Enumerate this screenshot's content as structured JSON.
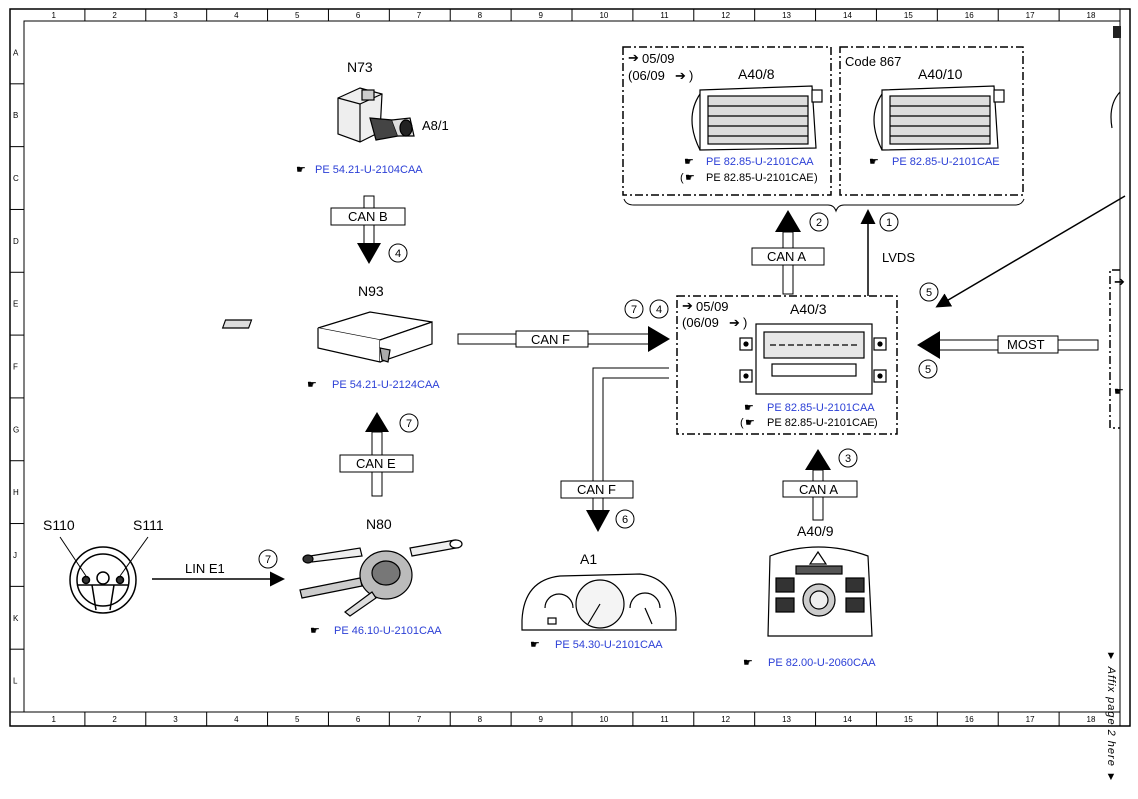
{
  "grid": {
    "columns": [
      "1",
      "2",
      "3",
      "4",
      "5",
      "6",
      "7",
      "8",
      "9",
      "10",
      "11",
      "12",
      "13",
      "14",
      "15",
      "16",
      "17",
      "18"
    ],
    "rows": [
      "A",
      "B",
      "C",
      "D",
      "E",
      "F",
      "G",
      "H",
      "J",
      "K",
      "L"
    ]
  },
  "components": {
    "n73": {
      "name": "N73",
      "sub": "A8/1",
      "ref": "PE 54.21-U-2104CAA"
    },
    "n93": {
      "name": "N93",
      "ref": "PE 54.21-U-2124CAA"
    },
    "n80": {
      "name": "N80",
      "ref": "PE 46.10-U-2101CAA"
    },
    "s110": {
      "name": "S110"
    },
    "s111": {
      "name": "S111"
    },
    "a1": {
      "name": "A1",
      "ref": "PE 54.30-U-2101CAA"
    },
    "a40_9": {
      "name": "A40/9",
      "ref": "PE 82.00-U-2060CAA"
    },
    "a40_3": {
      "name": "A40/3",
      "date1": "05/09",
      "date2": "(06/09",
      "date2_tail": ")",
      "ref": "PE 82.85-U-2101CAA",
      "ref2": "PE 82.85-U-2101CAE",
      "ref2_open": "(",
      "ref2_close": ")"
    },
    "a40_8": {
      "name": "A40/8",
      "date1": "05/09",
      "date2": "(06/09",
      "date2_tail": ")",
      "ref": "PE 82.85-U-2101CAA",
      "ref2": "PE 82.85-U-2101CAE",
      "ref2_open": "(",
      "ref2_close": ")"
    },
    "a40_10": {
      "name": "A40/10",
      "code": "Code 867",
      "ref": "PE 82.85-U-2101CAE"
    }
  },
  "buses": {
    "can_b": "CAN B",
    "can_e": "CAN E",
    "can_f_1": "CAN F",
    "can_f_2": "CAN F",
    "can_a_1": "CAN A",
    "can_a_2": "CAN A",
    "lin_e1": "LIN E1",
    "lvds": "LVDS",
    "most": "MOST"
  },
  "notes": {
    "n_can_b": "4",
    "n_can_e": "7",
    "n_lin": "7",
    "n_can_f_down": "6",
    "n_can_f_7": "7",
    "n_can_f_4": "4",
    "n_can_a_up": "2",
    "n_lvds": "1",
    "n_can_a_low": "3",
    "n_diag": "5",
    "n_most": "5"
  },
  "affix": "▼ Affix page 2 here ▼"
}
